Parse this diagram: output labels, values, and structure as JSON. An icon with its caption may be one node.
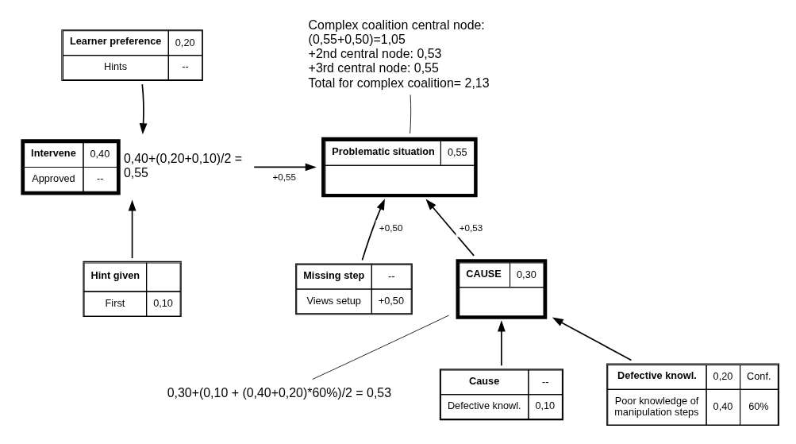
{
  "diagram": {
    "nodes": [
      {
        "text": [
          "Complex coalition central node:",
          "(0,55+0,50)=1,05",
          "+2nd central node: 0,53",
          "+3rd central node: 0,55",
          "Total for complex coalition= 2,13"
        ]
      },
      {
        "text": [
          "Problematic situation",
          "0,55"
        ]
      },
      {
        "text": [
          "Intervene",
          "0,40",
          "Approved",
          "--"
        ],
        "beside": [
          "0,40+(0,20+0,10)/2 = 0,55"
        ]
      },
      {
        "text": [
          "Learner preference",
          "0,20",
          "Hints",
          "--"
        ]
      },
      {
        "text": [
          "0,30+(0,10 + (0,40+0,20)*60%)/2 = 0,53"
        ]
      },
      {
        "text": [
          "CAUSE",
          "0,30"
        ]
      },
      {
        "text": [
          "Missing step",
          "--",
          "Views setup",
          "+0,50"
        ]
      },
      {
        "text": [
          "Hint given",
          "First",
          "0,10"
        ]
      },
      {
        "text": [
          "Cause",
          "--",
          "Defective knowl.",
          "0,10"
        ]
      },
      {
        "text": [
          "Defective knowl.",
          "0,20",
          "Conf.",
          "Poor knowledge of manipulation steps",
          "0,40",
          "60%"
        ]
      }
    ],
    "edges": [
      {
        "from": 0,
        "to": 1,
        "arrow": "none"
      },
      {
        "from": 2,
        "to": 1,
        "arrow": "to",
        "label": "+0,55"
      },
      {
        "from": 3,
        "to": 2,
        "arrow": "to"
      },
      {
        "from": 7,
        "to": 2,
        "arrow": "to"
      },
      {
        "from": 6,
        "to": 1,
        "arrow": "to",
        "label": "+0,50"
      },
      {
        "from": 5,
        "to": 1,
        "arrow": "to",
        "label": "+0,53"
      },
      {
        "from": 4,
        "to": 5,
        "arrow": "none"
      },
      {
        "from": 8,
        "to": 5,
        "arrow": "to"
      },
      {
        "from": 9,
        "to": 5,
        "arrow": "to"
      }
    ]
  }
}
